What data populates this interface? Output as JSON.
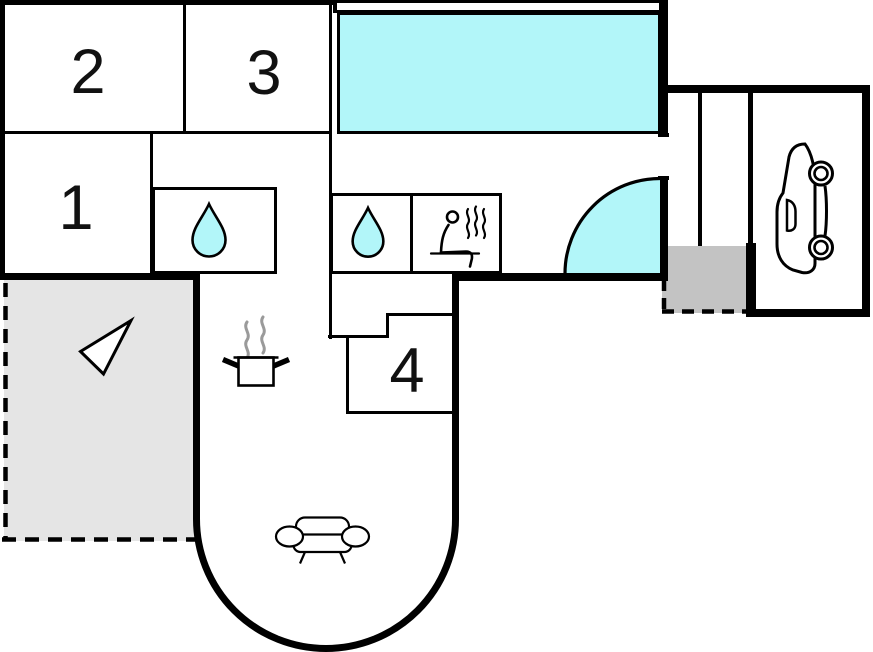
{
  "plan": {
    "rooms": [
      {
        "id": "room-1",
        "label": "1"
      },
      {
        "id": "room-2",
        "label": "2"
      },
      {
        "id": "room-3",
        "label": "3"
      },
      {
        "id": "room-4",
        "label": "4"
      }
    ],
    "icons": [
      "water-drop-icon (bathroom x2)",
      "sauna-person-icon",
      "cooking-pot-icon (kitchen)",
      "sofa-icon (living room)",
      "car-icon (garage)",
      "north-arrow-icon",
      "door-swing-arc",
      "window-strip"
    ],
    "colors": {
      "water": "#b2f6f9",
      "terrace_light": "#e5e5e5",
      "terrace_dark": "#c3c3c3",
      "wall": "#000000",
      "steam_gray": "#9a9a9a",
      "background": "#ffffff"
    }
  }
}
